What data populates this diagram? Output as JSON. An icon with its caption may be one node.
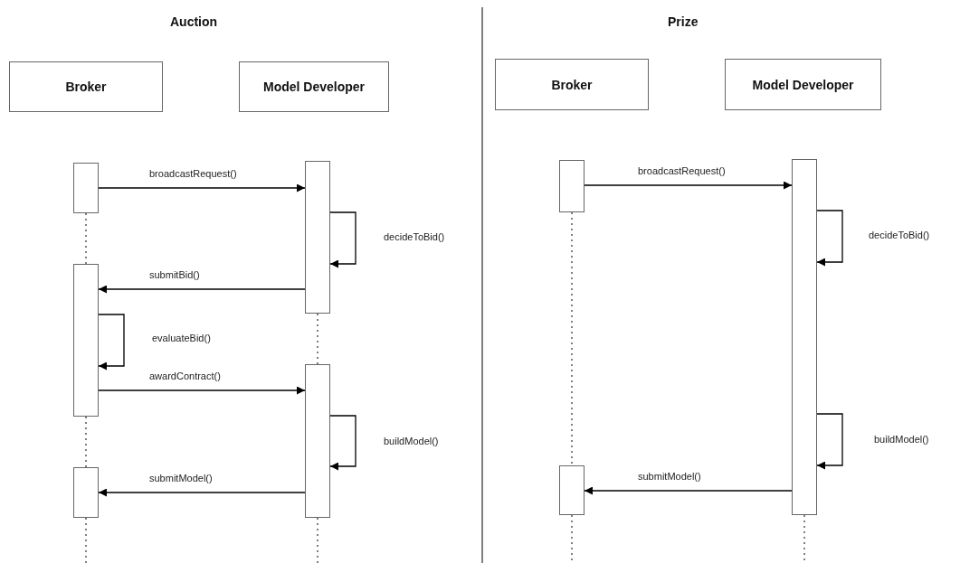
{
  "diagram": {
    "nodes": [
      {
        "text": [
          "Broker"
        ]
      },
      {
        "text": [
          "Model Developer"
        ]
      },
      {
        "text": [
          "Broker"
        ]
      },
      {
        "text": [
          "Model Developer"
        ]
      },
      {
        "text": [],
        "shape": "bar"
      },
      {
        "text": [],
        "shape": "bar"
      },
      {
        "text": [],
        "shape": "bar"
      },
      {
        "text": [],
        "shape": "bar"
      },
      {
        "text": [],
        "shape": "bar"
      },
      {
        "text": [],
        "shape": "bar"
      },
      {
        "text": [],
        "shape": "bar"
      },
      {
        "text": [],
        "shape": "bar"
      }
    ],
    "edges": [
      {
        "from": 4,
        "to": 5,
        "arrow": "to",
        "label": "broadcastRequest()"
      },
      {
        "from": 5,
        "to": 5,
        "arrow": "to",
        "label": "decideToBid()"
      },
      {
        "from": 5,
        "to": 6,
        "arrow": "to",
        "label": "submitBid()"
      },
      {
        "from": 6,
        "to": 6,
        "arrow": "to",
        "label": "evaluateBid()"
      },
      {
        "from": 6,
        "to": 7,
        "arrow": "to",
        "label": "awardContract()"
      },
      {
        "from": 7,
        "to": 7,
        "arrow": "to",
        "label": "buildModel()"
      },
      {
        "from": 7,
        "to": 8,
        "arrow": "to",
        "label": "submitModel()"
      },
      {
        "from": 9,
        "to": 10,
        "arrow": "to",
        "label": "broadcastRequest()"
      },
      {
        "from": 10,
        "to": 10,
        "arrow": "to",
        "label": "decideToBid()"
      },
      {
        "from": 10,
        "to": 10,
        "arrow": "to",
        "label": "buildModel()"
      },
      {
        "from": 10,
        "to": 11,
        "arrow": "to",
        "label": "submitModel()"
      },
      {
        "from": 4,
        "to": 6,
        "arrow": "none",
        "style": "dashed"
      },
      {
        "from": 6,
        "to": 8,
        "arrow": "none",
        "style": "dashed"
      },
      {
        "from": 8,
        "to": null,
        "arrow": "none",
        "style": "dashed"
      },
      {
        "from": 5,
        "to": 7,
        "arrow": "none",
        "style": "dashed"
      },
      {
        "from": 7,
        "to": null,
        "arrow": "none",
        "style": "dashed"
      },
      {
        "from": 9,
        "to": 11,
        "arrow": "none",
        "style": "dashed"
      },
      {
        "from": 11,
        "to": null,
        "arrow": "none",
        "style": "dashed"
      },
      {
        "from": 10,
        "to": null,
        "arrow": "none",
        "style": "dashed"
      }
    ],
    "labels": [
      "Auction",
      "Prize"
    ]
  }
}
